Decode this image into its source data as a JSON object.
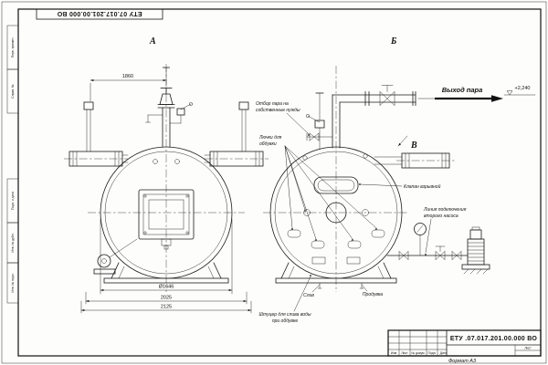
{
  "document": {
    "stamp_top": "ЕТУ 07.017.201.00.000 ВО",
    "side_columns": [
      "Перв. примен.",
      "Справ. №",
      "Подп. и дата",
      "Инв. № дубл.",
      "Инв. № подл."
    ],
    "title_block": {
      "designation": "ЕТУ .07.017.201.00.000 ВО",
      "bottom_labels": [
        "Изм",
        "Лист",
        "№ докум.",
        "Подп.",
        "Дата"
      ],
      "sheet_label": "Лист",
      "format_label": "Формат А3"
    }
  },
  "views": {
    "a": "А",
    "b": "Б",
    "v": "В"
  },
  "dimensions": {
    "top_width": "1860",
    "diameter": "Ø1646",
    "base_width": "2025",
    "overall_width": "2125"
  },
  "annotations": {
    "steam_outlet": "Выход пара",
    "level_mark": "+2,240",
    "steam_tap": [
      "Отбор пара на",
      "собственные нужды"
    ],
    "hatches": [
      "Лючки для",
      "обдувки"
    ],
    "explosion_valve": "Клапан взрывной",
    "second_pump_line": [
      "Линия подключения",
      "второго насоса"
    ],
    "drain": "Слив",
    "blowdown": "Продувка",
    "drain_fitting": [
      "Штуцер для слива воды",
      "при обдувке"
    ]
  }
}
